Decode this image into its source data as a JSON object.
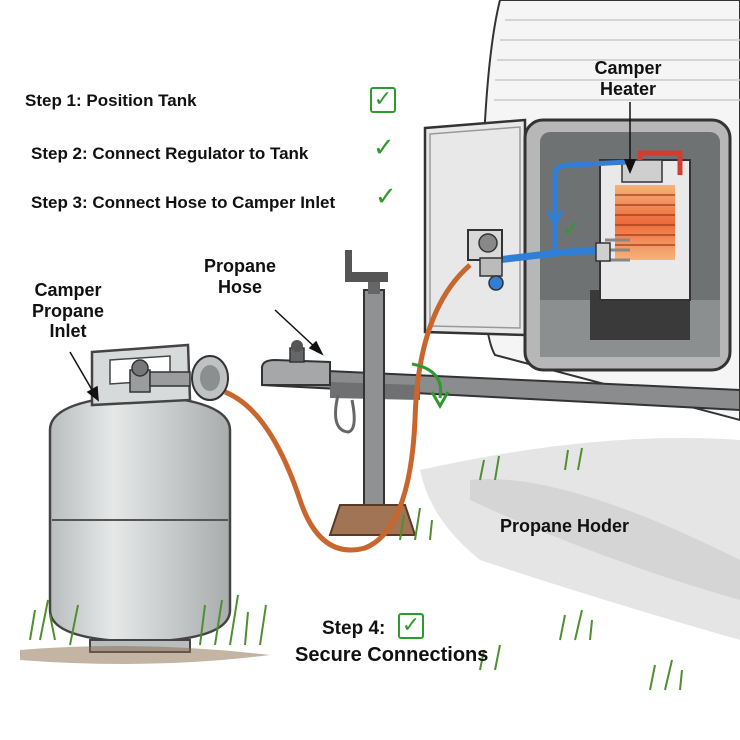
{
  "steps": {
    "step1": "Step 1: Position Tank",
    "step2": "Step 2: Connect Regulator to Tank",
    "step3": "Step 3: Connect Hose to Camper Inlet",
    "step4_line1": "Step 4:",
    "step4_line2": "Secure Connections"
  },
  "labels": {
    "camper_heater_line1": "Camper",
    "camper_heater_line2": "Heater",
    "propane_hose_line1": "Propane",
    "propane_hose_line2": "Hose",
    "camper_inlet_line1": "Camper",
    "camper_inlet_line2": "Propane",
    "camper_inlet_line3": "Inlet",
    "propane_holder": "Propane Hoder"
  },
  "icons": {
    "check": "✓"
  },
  "colors": {
    "check_green": "#2e9a2e",
    "hose_orange": "#c8662e",
    "cold_line_blue": "#2f7fd6",
    "hot_line_red": "#d63b2f",
    "heater_glow": "#f08040",
    "tank_gray": "#cfd3d4"
  }
}
